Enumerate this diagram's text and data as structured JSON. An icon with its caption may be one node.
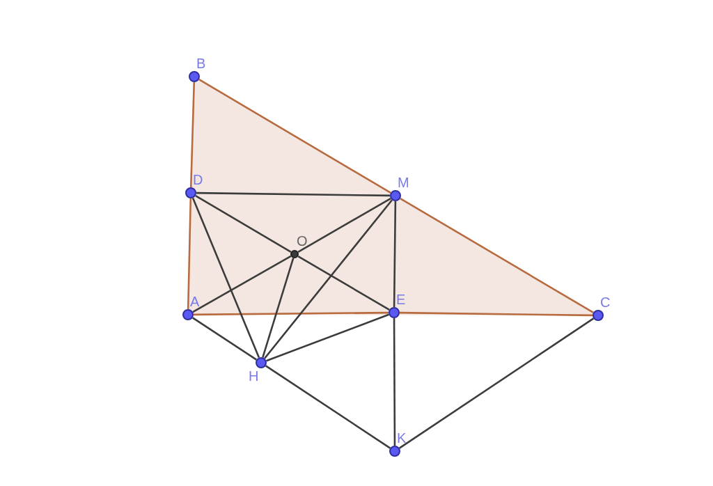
{
  "diagram": {
    "nodes": [
      {
        "text": [
          "B"
        ]
      },
      {
        "text": [
          "D"
        ]
      },
      {
        "text": [
          "M"
        ]
      },
      {
        "text": [
          "O"
        ]
      },
      {
        "text": [
          "A"
        ]
      },
      {
        "text": [
          "E"
        ]
      },
      {
        "text": [
          "C"
        ]
      },
      {
        "text": [
          "H"
        ]
      },
      {
        "text": [
          "K"
        ]
      }
    ],
    "edges": [
      {
        "from": 0,
        "to": 1,
        "arrow": "none",
        "color": "#b86b3f"
      },
      {
        "from": 1,
        "to": 4,
        "arrow": "none",
        "color": "#b86b3f"
      },
      {
        "from": 0,
        "to": 2,
        "arrow": "none",
        "color": "#b86b3f"
      },
      {
        "from": 2,
        "to": 6,
        "arrow": "none",
        "color": "#b86b3f"
      },
      {
        "from": 4,
        "to": 5,
        "arrow": "none",
        "color": "#b86b3f"
      },
      {
        "from": 5,
        "to": 6,
        "arrow": "none",
        "color": "#b86b3f"
      },
      {
        "from": 1,
        "to": 2,
        "arrow": "none"
      },
      {
        "from": 1,
        "to": 3,
        "arrow": "none"
      },
      {
        "from": 3,
        "to": 5,
        "arrow": "none"
      },
      {
        "from": 4,
        "to": 3,
        "arrow": "none"
      },
      {
        "from": 3,
        "to": 2,
        "arrow": "none"
      },
      {
        "from": 2,
        "to": 5,
        "arrow": "none"
      },
      {
        "from": 5,
        "to": 8,
        "arrow": "none"
      },
      {
        "from": 8,
        "to": 6,
        "arrow": "none"
      },
      {
        "from": 4,
        "to": 7,
        "arrow": "none"
      },
      {
        "from": 7,
        "to": 8,
        "arrow": "none"
      },
      {
        "from": 1,
        "to": 7,
        "arrow": "none"
      },
      {
        "from": 3,
        "to": 7,
        "arrow": "none"
      },
      {
        "from": 2,
        "to": 7,
        "arrow": "none"
      },
      {
        "from": 7,
        "to": 5,
        "arrow": "none"
      }
    ]
  }
}
